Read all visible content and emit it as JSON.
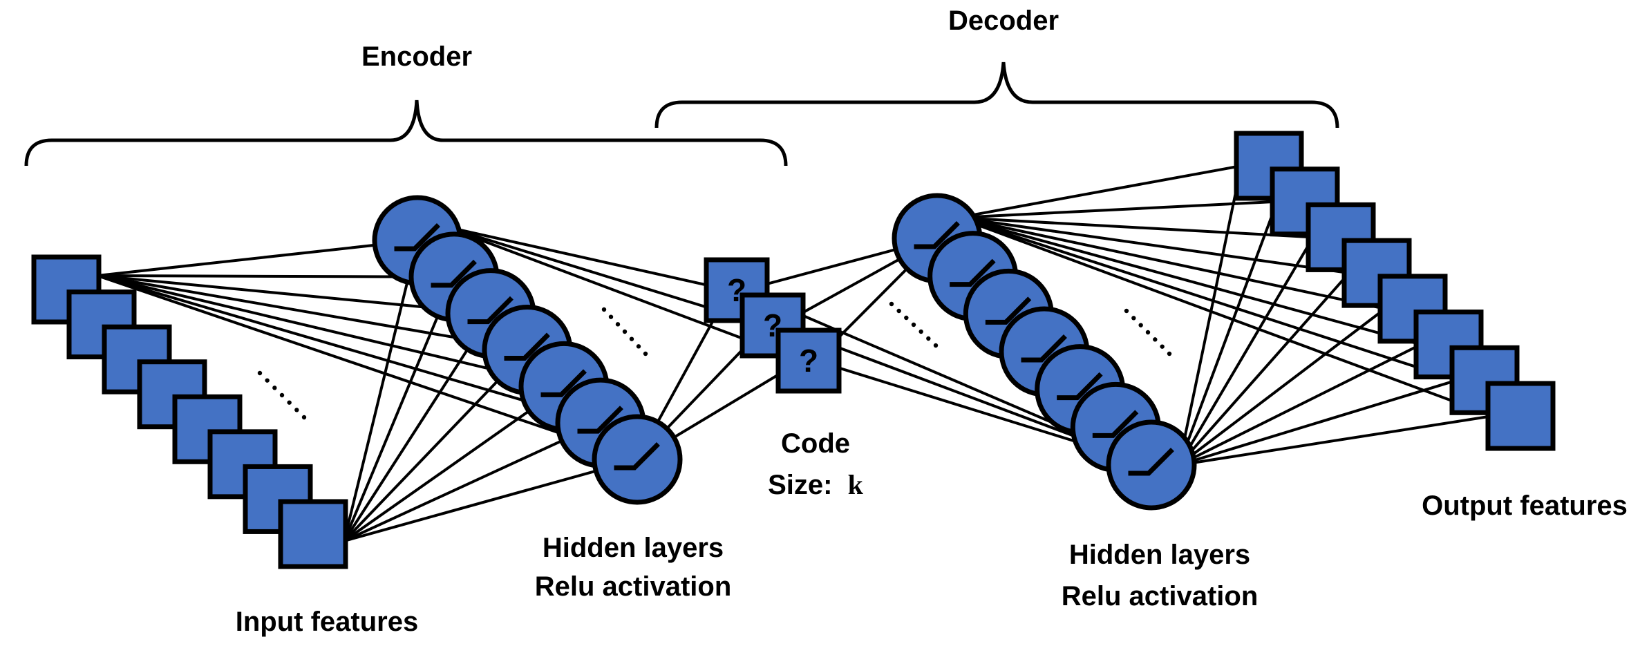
{
  "labels": {
    "encoder": "Encoder",
    "decoder": "Decoder",
    "input_features": "Input features",
    "output_features": "Output features",
    "code_line1": "Code",
    "code_size_prefix": "Size:",
    "code_size_symbol": "k",
    "hidden_layers_encoder": "Hidden layers",
    "relu_activation_encoder": "Relu activation",
    "hidden_layers_decoder": "Hidden layers",
    "relu_activation_decoder": "Relu activation"
  },
  "code_node_symbol": "?",
  "counts": {
    "input_nodes": 8,
    "encoder_hidden_nodes": 7,
    "code_nodes": 3,
    "decoder_hidden_nodes": 7,
    "output_nodes": 8
  },
  "colors": {
    "node_fill": "#4472C4",
    "stroke": "#000000",
    "background": "#FFFFFF"
  }
}
